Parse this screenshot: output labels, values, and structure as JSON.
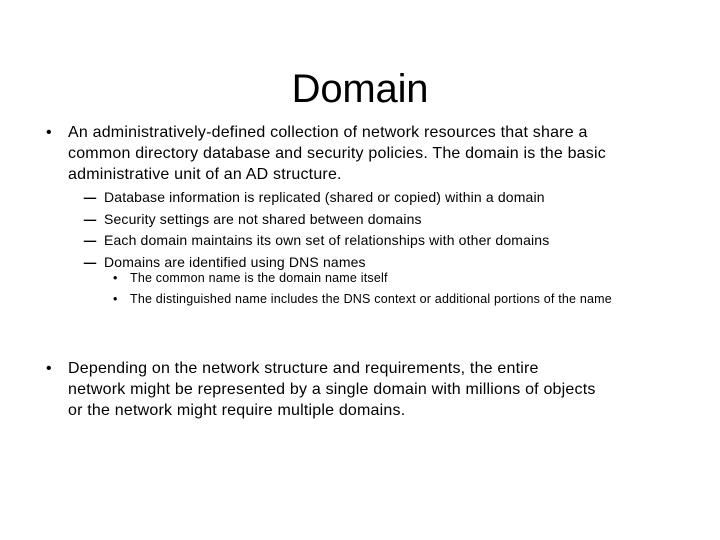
{
  "slide": {
    "title": "Domain",
    "markers": {
      "level1": "•",
      "level2": "–",
      "level3": "•"
    },
    "colors": {
      "background": "#ffffff",
      "text": "#000000"
    },
    "bullets": [
      {
        "level": 1,
        "lines": [
          "An administratively-defined collection of network resources that share a",
          "common directory database and security policies. The domain is the basic",
          "administrative unit of an AD structure."
        ]
      },
      {
        "level": 2,
        "lines": [
          "Database information is replicated (shared or copied) within a domain"
        ]
      },
      {
        "level": 2,
        "lines": [
          "Security settings are not shared between domains"
        ]
      },
      {
        "level": 2,
        "lines": [
          "Each domain maintains its own set of relationships with other domains"
        ]
      },
      {
        "level": 2,
        "lines": [
          "Domains are identified using DNS names"
        ]
      },
      {
        "level": 3,
        "lines": [
          "The common name is the domain name itself"
        ]
      },
      {
        "level": 3,
        "lines": [
          "The distinguished name includes the DNS context or additional portions of the name"
        ]
      },
      {
        "level": 1,
        "lines": [
          "Depending on the network structure and requirements, the entire",
          "network might be represented by a single domain with millions of objects",
          "or the network might require multiple domains."
        ]
      }
    ]
  }
}
